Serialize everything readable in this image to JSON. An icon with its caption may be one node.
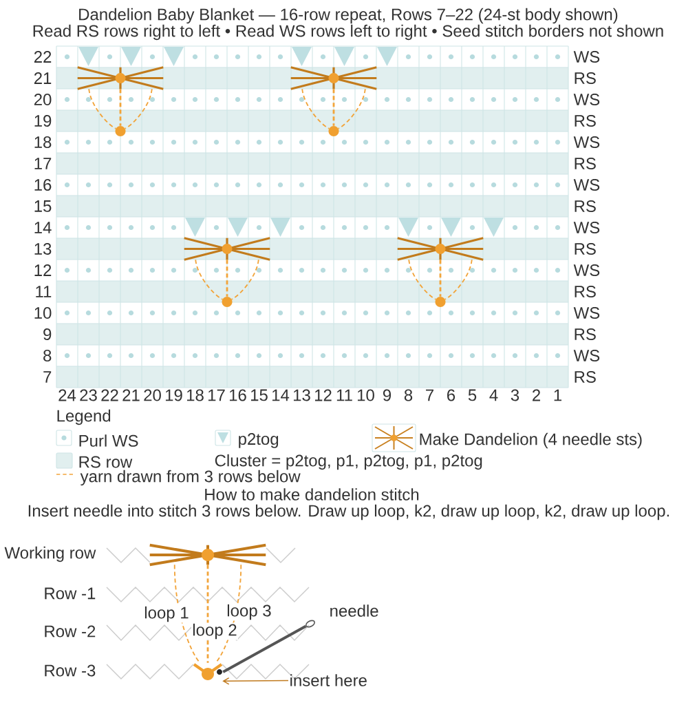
{
  "diagram": {
    "title": "Dandelion Baby Blanket — 16-row repeat, Rows 7–22 (24-st body shown)",
    "nodes": [
      {
        "text": [],
        "shape": "star"
      },
      {
        "text": [],
        "shape": "star"
      },
      {
        "text": [],
        "shape": "circle"
      },
      {
        "text": [],
        "shape": "circle"
      },
      {
        "text": [],
        "shape": "star"
      },
      {
        "text": [],
        "shape": "star"
      },
      {
        "text": [],
        "shape": "circle"
      },
      {
        "text": [],
        "shape": "circle"
      },
      {
        "text": [],
        "shape": "star"
      },
      {
        "text": [],
        "shape": "circle",
        "beside": [
          "needle"
        ]
      },
      {
        "text": [],
        "shape": "circle"
      },
      {
        "text": [
          "insert here"
        ]
      }
    ],
    "edges": [
      {
        "from": 0,
        "to": 2,
        "arrow": "none",
        "style": "dashed"
      },
      {
        "from": 0,
        "to": 2,
        "arrow": "none",
        "style": "dashed"
      },
      {
        "from": 0,
        "to": 2,
        "arrow": "none",
        "style": "dashed"
      },
      {
        "from": 1,
        "to": 3,
        "arrow": "none",
        "style": "dashed"
      },
      {
        "from": 1,
        "to": 3,
        "arrow": "none",
        "style": "dashed"
      },
      {
        "from": 1,
        "to": 3,
        "arrow": "none",
        "style": "dashed"
      },
      {
        "from": 4,
        "to": 6,
        "arrow": "none",
        "style": "dashed"
      },
      {
        "from": 4,
        "to": 6,
        "arrow": "none",
        "style": "dashed"
      },
      {
        "from": 4,
        "to": 6,
        "arrow": "none",
        "style": "dashed"
      },
      {
        "from": 5,
        "to": 7,
        "arrow": "none",
        "style": "dashed"
      },
      {
        "from": 5,
        "to": 7,
        "arrow": "none",
        "style": "dashed"
      },
      {
        "from": 5,
        "to": 7,
        "arrow": "none",
        "style": "dashed"
      },
      {
        "from": 8,
        "to": 10,
        "arrow": "none",
        "style": "dashed",
        "label": "loop 1"
      },
      {
        "from": 8,
        "to": 10,
        "arrow": "none",
        "style": "dashed",
        "label": "loop 2"
      },
      {
        "from": 8,
        "to": 10,
        "arrow": "none",
        "style": "dashed",
        "label": "loop 3"
      },
      {
        "from": 11,
        "to": 10,
        "arrow": "to",
        "color": "#c07a1e"
      },
      {
        "from": 9,
        "to": 10,
        "arrow": "none",
        "style": "thick",
        "color": "#555555"
      }
    ],
    "labels": [
      "Read RS rows right to left • Read WS rows left to right • Seed stitch borders not shown",
      "22",
      "WS",
      "21",
      "RS",
      "20",
      "WS",
      "19",
      "RS",
      "18",
      "WS",
      "17",
      "RS",
      "16",
      "WS",
      "15",
      "RS",
      "14",
      "WS",
      "13",
      "RS",
      "12",
      "WS",
      "11",
      "RS",
      "10",
      "WS",
      "9",
      "RS",
      "8",
      "WS",
      "7",
      "RS",
      "24",
      "23",
      "22",
      "21",
      "20",
      "19",
      "18",
      "17",
      "16",
      "15",
      "14",
      "13",
      "12",
      "11",
      "10",
      "9",
      "8",
      "7",
      "6",
      "5",
      "4",
      "3",
      "2",
      "1",
      "Legend",
      "Cluster = p2tog, p1, p2tog, p1, p2tog",
      "How to make dandelion stitch",
      "Insert needle into stitch 3 rows below. Draw up loop, k2, draw up loop, k2, draw up loop.",
      "Working row",
      "Row -1",
      "Row -2",
      "Row -3"
    ],
    "legend": [
      {
        "text": "Purl WS"
      },
      {
        "text": "p2tog"
      },
      {
        "text": "Make Dandelion (4 needle sts)"
      },
      {
        "text": "RS row",
        "color": "#e1efef"
      },
      {
        "text": "yarn drawn from 3 rows below"
      }
    ]
  }
}
